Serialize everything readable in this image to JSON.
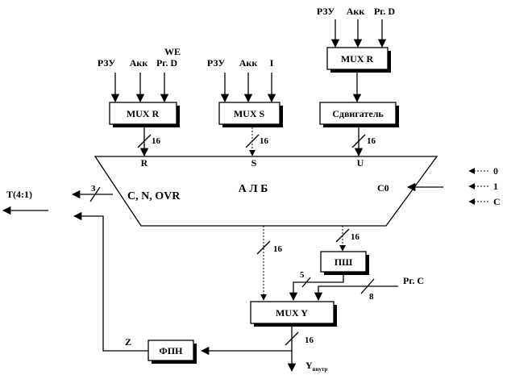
{
  "inputs": {
    "mux_r_left": [
      "РЗУ",
      "Акк",
      "Рг. D"
    ],
    "we": "WE",
    "mux_s": [
      "РЗУ",
      "Акк",
      "I"
    ],
    "mux_r_top": [
      "РЗУ",
      "Акк",
      "Рг. D"
    ],
    "carry_sources": [
      "0",
      "1",
      "C"
    ]
  },
  "blocks": {
    "mux_r_left": "MUX R",
    "mux_s": "MUX S",
    "mux_r_top": "MUX R",
    "shifter": "Сдвигатель",
    "alu": "А Л Б",
    "psh": "ПШ",
    "mux_y": "MUX Y",
    "fpn": "ФПН"
  },
  "alu_ports": {
    "r": "R",
    "s": "S",
    "u": "U",
    "flags": "C, N, OVR",
    "c0": "C0"
  },
  "bus_widths": {
    "r": "16",
    "s": "16",
    "u": "16",
    "flags": "3",
    "alu_out": "16",
    "psh_in": "16",
    "psh_out": "5",
    "rg_c": "8",
    "y_out": "16"
  },
  "signals": {
    "t_out": "T(4:1)",
    "rg_c": "Рг. С",
    "z": "Z",
    "y": "Y",
    "y_sub": "внутр"
  }
}
